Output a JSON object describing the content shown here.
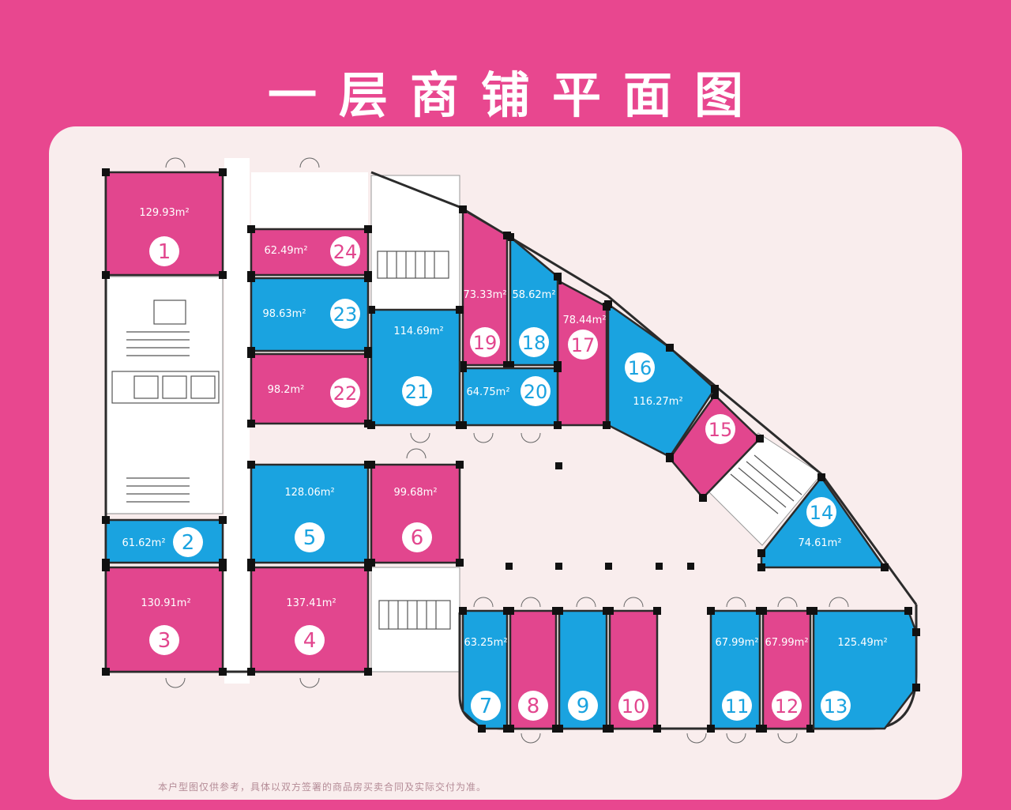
{
  "page": {
    "title": "一层商铺平面图",
    "disclaimer": "本户型图仅供参考，具体以双方签署的商品房买卖合同及实际交付为准。"
  },
  "colors": {
    "background": "#e8478f",
    "panel": "#f9eded",
    "shop_pink": "#e2468e",
    "shop_blue": "#1aa3e0",
    "wall": "#2b2b2b"
  },
  "shops": [
    {
      "number": "1",
      "area": "129.93m²",
      "color": "pink"
    },
    {
      "number": "2",
      "area": "61.62m²",
      "color": "blue"
    },
    {
      "number": "3",
      "area": "130.91m²",
      "color": "pink"
    },
    {
      "number": "4",
      "area": "137.41m²",
      "color": "pink"
    },
    {
      "number": "5",
      "area": "128.06m²",
      "color": "blue"
    },
    {
      "number": "6",
      "area": "99.68m²",
      "color": "pink"
    },
    {
      "number": "7",
      "area": "63.25m²",
      "color": "blue"
    },
    {
      "number": "8",
      "area": "",
      "color": "pink"
    },
    {
      "number": "9",
      "area": "",
      "color": "blue"
    },
    {
      "number": "10",
      "area": "",
      "color": "pink"
    },
    {
      "number": "11",
      "area": "67.99m²",
      "color": "blue"
    },
    {
      "number": "12",
      "area": "67.99m²",
      "color": "pink"
    },
    {
      "number": "13",
      "area": "125.49m²",
      "color": "blue"
    },
    {
      "number": "14",
      "area": "74.61m²",
      "color": "blue"
    },
    {
      "number": "15",
      "area": "",
      "color": "pink"
    },
    {
      "number": "16",
      "area": "116.27m²",
      "color": "blue"
    },
    {
      "number": "17",
      "area": "78.44m²",
      "color": "pink"
    },
    {
      "number": "18",
      "area": "58.62m²",
      "color": "blue"
    },
    {
      "number": "19",
      "area": "73.33m²",
      "color": "pink"
    },
    {
      "number": "20",
      "area": "64.75m²",
      "color": "blue"
    },
    {
      "number": "21",
      "area": "114.69m²",
      "color": "blue"
    },
    {
      "number": "22",
      "area": "98.2m²",
      "color": "pink"
    },
    {
      "number": "23",
      "area": "98.63m²",
      "color": "blue"
    },
    {
      "number": "24",
      "area": "62.49m²",
      "color": "pink"
    }
  ]
}
